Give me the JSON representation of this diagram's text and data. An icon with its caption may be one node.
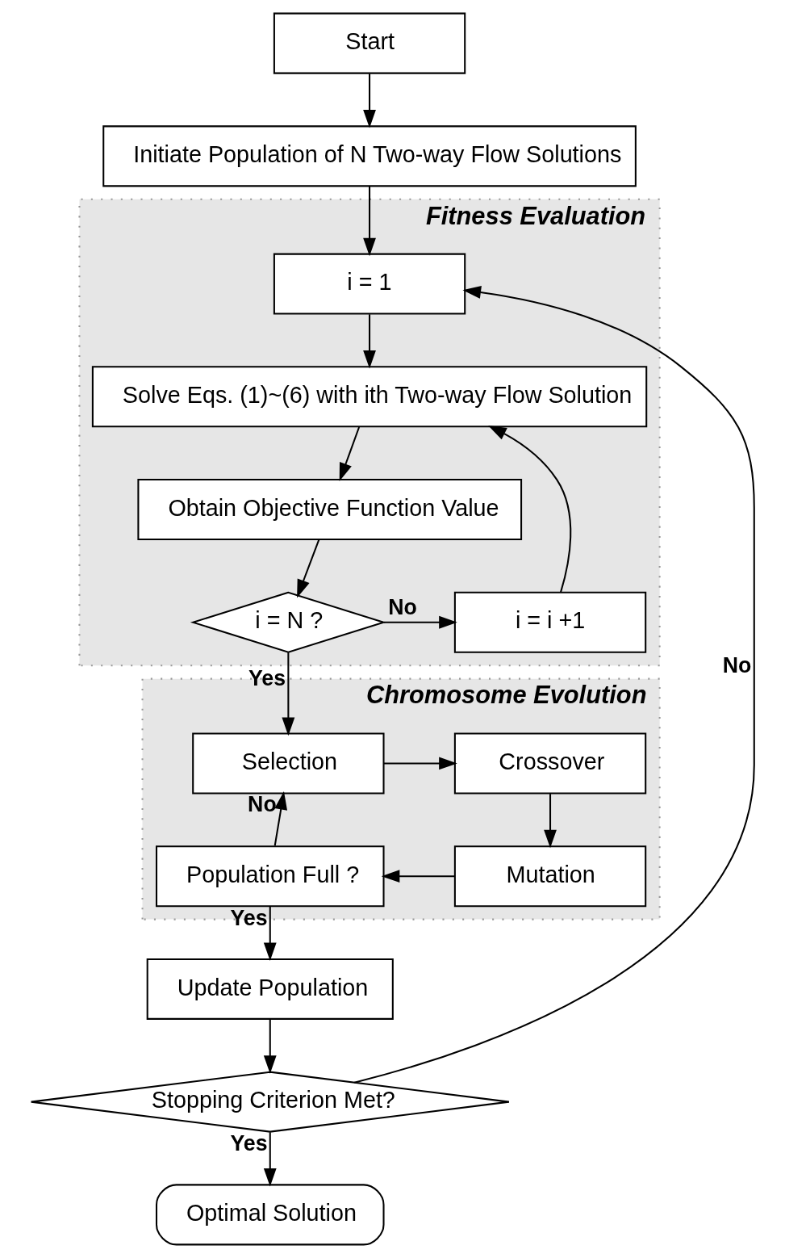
{
  "diagram": {
    "nodes": [
      {
        "text": [
          "Start"
        ]
      },
      {
        "text": [
          "Initiate Population of N Two-way Flow Solutions"
        ]
      },
      {
        "text": [
          "Fitness Evaluation"
        ]
      },
      {
        "text": [
          "i = 1"
        ],
        "in": 2
      },
      {
        "text": [
          "Solve Eqs. (1)~(6) with ith Two-way Flow Solution"
        ],
        "in": 2
      },
      {
        "text": [
          "Obtain Objective Function Value"
        ],
        "in": 2
      },
      {
        "text": [
          "i = N ?"
        ],
        "in": 2
      },
      {
        "text": [
          "i = i +1"
        ],
        "in": 2
      },
      {
        "text": [
          "Chromosome Evolution"
        ]
      },
      {
        "text": [
          "Selection"
        ],
        "in": 8
      },
      {
        "text": [
          "Crossover"
        ],
        "in": 8
      },
      {
        "text": [
          "Mutation"
        ],
        "in": 8
      },
      {
        "text": [
          "Population Full ?"
        ],
        "in": 8
      },
      {
        "text": [
          "Update Population"
        ]
      },
      {
        "text": [
          "Stopping Criterion Met?"
        ]
      },
      {
        "text": [
          "Optimal Solution"
        ]
      }
    ],
    "edges": [
      {
        "from": 0,
        "to": 1,
        "arrow": "to"
      },
      {
        "from": 1,
        "to": 3,
        "arrow": "to"
      },
      {
        "from": 3,
        "to": 4,
        "arrow": "to"
      },
      {
        "from": 4,
        "to": 5,
        "arrow": "to"
      },
      {
        "from": 5,
        "to": 6,
        "arrow": "to"
      },
      {
        "from": 6,
        "to": 7,
        "arrow": "to",
        "label": "No"
      },
      {
        "from": 7,
        "to": 4,
        "arrow": "to"
      },
      {
        "from": 6,
        "to": 9,
        "arrow": "to",
        "label": "Yes"
      },
      {
        "from": 9,
        "to": 10,
        "arrow": "to"
      },
      {
        "from": 10,
        "to": 11,
        "arrow": "to"
      },
      {
        "from": 11,
        "to": 12,
        "arrow": "to"
      },
      {
        "from": 12,
        "to": 9,
        "arrow": "to",
        "label": "No"
      },
      {
        "from": 12,
        "to": 13,
        "arrow": "to",
        "label": "Yes"
      },
      {
        "from": 13,
        "to": 14,
        "arrow": "to"
      },
      {
        "from": 14,
        "to": 3,
        "arrow": "to",
        "label": "No"
      },
      {
        "from": 14,
        "to": 15,
        "arrow": "to",
        "label": "Yes"
      }
    ]
  }
}
